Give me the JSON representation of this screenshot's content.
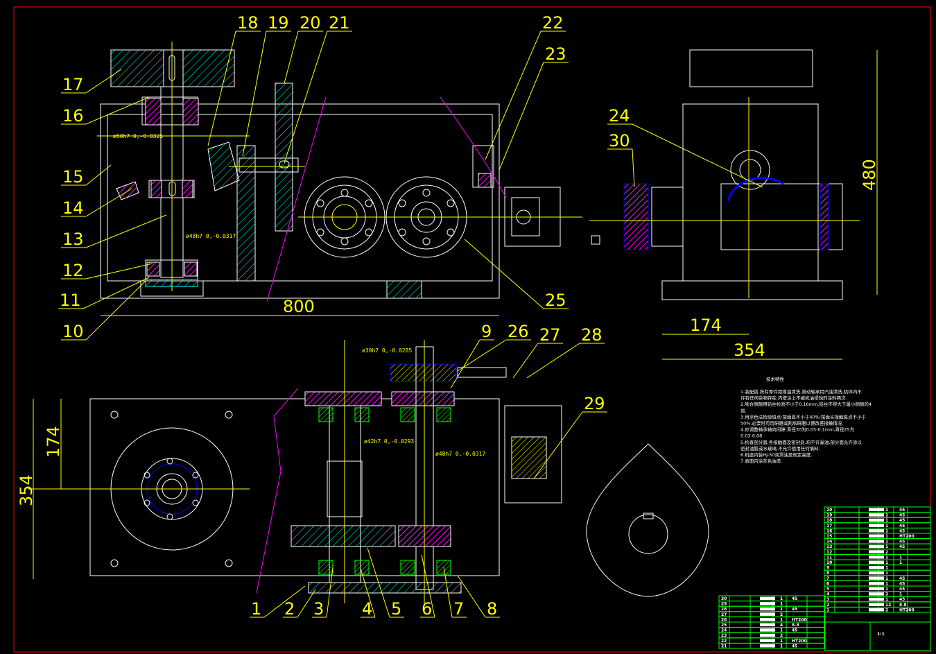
{
  "drawing": {
    "part_labels": [
      "1",
      "2",
      "3",
      "4",
      "5",
      "6",
      "7",
      "8",
      "9",
      "10",
      "11",
      "12",
      "13",
      "14",
      "15",
      "16",
      "17",
      "18",
      "19",
      "20",
      "21",
      "22",
      "23",
      "24",
      "25",
      "26",
      "27",
      "28",
      "29",
      "30"
    ],
    "dimensions": {
      "front_width": "800",
      "side_height": "480",
      "side_half_width": "174",
      "side_width": "354",
      "top_half_height": "174",
      "top_height": "354"
    },
    "tolerances": {
      "t1": "ø50h7 0,-0.0325",
      "t2": "ø48h7 0,-0.0317",
      "t3": "ø30h7 0,-0.0285",
      "t4": "ø42h7 0,-0.0293",
      "t5": "ø48h7 0,-0.0317"
    }
  },
  "tech_notes": {
    "title": "技术特性",
    "lines": [
      "1.装配前,所有零件用煤油清洗,滚动轴承用汽油清洗,机体内不",
      "许有任何杂物存在.内壁涂上不被机油侵蚀的涂料两次.",
      "2.啮合侧隙用铅丝检验不小于0.16mm,铅丝不得大于最小侧隙的4",
      "倍.",
      "3.用涂色法检验斑点:按齿高不小于40%;按齿长接触斑点不小于",
      "50%.必要时可用研磨或刮后研磨以便改善接触情况.",
      "4.应调整轴承轴向间隙:直径30为0.05-0.1mm,直径25为",
      "0.03-0.08",
      "5.检查剖分面,各接触面及密封处,均不许漏油,剖分面允许涂以",
      "密封油胶或水玻璃,不允许使用任何填料.",
      "6.机座内装HJ-50润滑油至规定高度.",
      "7.表面内涂灰色油漆."
    ]
  },
  "title_block": {
    "right_rows": [
      {
        "no": "20",
        "qty": "1",
        "mat": "45"
      },
      {
        "no": "19",
        "qty": "1",
        "mat": "45"
      },
      {
        "no": "18",
        "qty": "1",
        "mat": "45"
      },
      {
        "no": "17",
        "qty": "1",
        "mat": "45"
      },
      {
        "no": "16",
        "qty": "1",
        "mat": "45"
      },
      {
        "no": "15",
        "qty": "1",
        "mat": "HT200"
      },
      {
        "no": "14",
        "qty": "1",
        "mat": "45"
      },
      {
        "no": "13",
        "qty": "1",
        "mat": "45"
      },
      {
        "no": "12",
        "qty": "2",
        "mat": ""
      },
      {
        "no": "11",
        "qty": "1",
        "mat": "1"
      },
      {
        "no": "10",
        "qty": "1",
        "mat": "1"
      },
      {
        "no": "9",
        "qty": "1",
        "mat": ""
      },
      {
        "no": "8",
        "qty": "1",
        "mat": ""
      },
      {
        "no": "7",
        "qty": "1",
        "mat": "45"
      },
      {
        "no": "6",
        "qty": "1",
        "mat": "45"
      },
      {
        "no": "5",
        "qty": "1",
        "mat": "45"
      },
      {
        "no": "4",
        "qty": "2",
        "mat": "1"
      },
      {
        "no": "3",
        "qty": "1",
        "mat": "45"
      },
      {
        "no": "2",
        "qty": "12",
        "mat": "8.8"
      },
      {
        "no": "1",
        "qty": "2",
        "mat": "HT200"
      }
    ],
    "left_rows": [
      {
        "no": "30",
        "qty": "1",
        "mat": "45"
      },
      {
        "no": "29",
        "qty": "1",
        "mat": ""
      },
      {
        "no": "28",
        "qty": "1",
        "mat": "45"
      },
      {
        "no": "27",
        "qty": "2",
        "mat": ""
      },
      {
        "no": "26",
        "qty": "1",
        "mat": "HT200"
      },
      {
        "no": "25",
        "qty": "4",
        "mat": "8.8"
      },
      {
        "no": "24",
        "qty": "1",
        "mat": "45"
      },
      {
        "no": "23",
        "qty": "2",
        "mat": ""
      },
      {
        "no": "22",
        "qty": "1",
        "mat": "HT200"
      },
      {
        "no": "21",
        "qty": "1",
        "mat": "45"
      }
    ],
    "scale": "1:1"
  },
  "colors": {
    "line": "#ffffff",
    "dim": "#ffff00",
    "cyan": "#00ffff",
    "magenta": "#ff00ff",
    "green": "#00ff00",
    "border": "#ff0000"
  }
}
